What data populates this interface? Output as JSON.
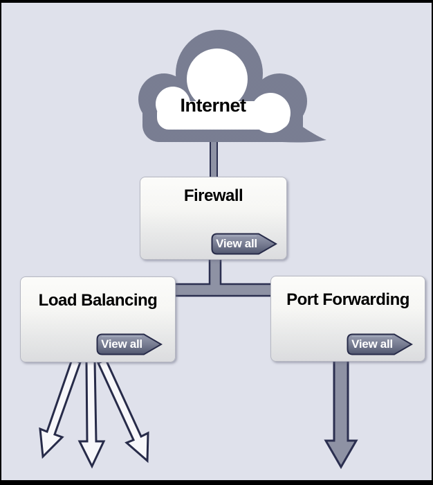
{
  "diagram": {
    "internet": {
      "label": "Internet"
    },
    "firewall": {
      "label": "Firewall",
      "button": "View all"
    },
    "load_balancing": {
      "label": "Load Balancing",
      "button": "View all",
      "output_arrow_count": 3
    },
    "port_forwarding": {
      "label": "Port Forwarding",
      "button": "View all",
      "output_arrow_count": 1
    },
    "edges": [
      "internet-to-firewall",
      "firewall-to-load-balancing",
      "firewall-to-port-forwarding"
    ],
    "colors": {
      "frame": "#000000",
      "background": "#dfe1eb",
      "cloud": "#757a8d",
      "cloud_inner": "#ffffff",
      "connector_fill": "#8d90a2",
      "connector_border": "#2b2f50",
      "white_arrow_fill": "#f7f7fa",
      "box_border": "#b5b7c1",
      "box_gradient_top": "#fbfbf9",
      "box_gradient_bottom": "#d5d6d9",
      "button_gradient_top": "#989db1",
      "button_gradient_bottom": "#51576f",
      "button_border": "#272b49",
      "button_text": "#ffffff",
      "label_text": "#000000"
    }
  }
}
